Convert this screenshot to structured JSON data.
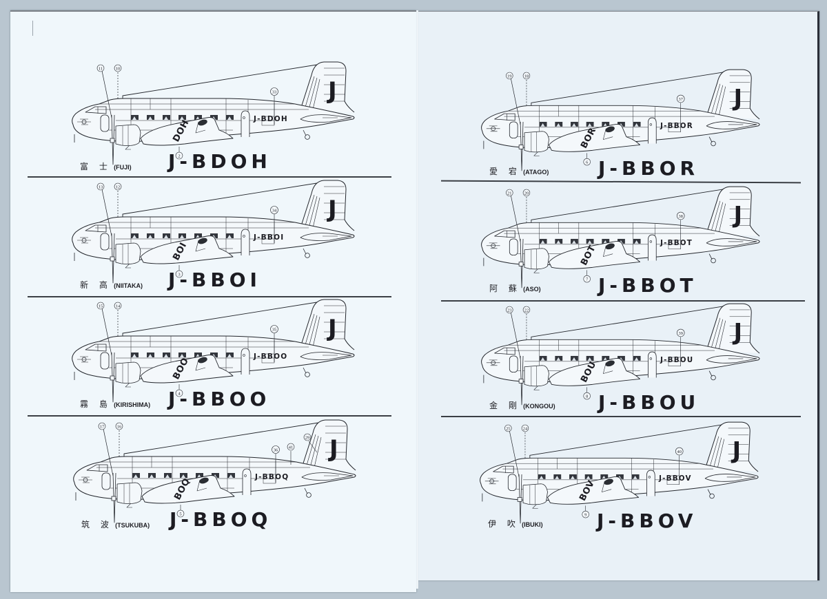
{
  "document": {
    "type": "decal placement sheet",
    "aircraft_count": 8
  },
  "colors": {
    "paper": "#eef5fa",
    "ink": "#1c1c22",
    "background": "#b9c6d0"
  },
  "pages": {
    "left": {
      "panels": [
        {
          "name_jp": "富 士",
          "name_en": "(FUJI)",
          "registration": "J-BDOH",
          "fuselage_reg": "J-BDOH",
          "wing_code": "DOH",
          "tail_letter": "J",
          "callouts": {
            "prop_a": "11",
            "prop_b": "10",
            "wing": "2",
            "fuselage": "33"
          }
        },
        {
          "name_jp": "新 高",
          "name_en": "(NIITAKA)",
          "registration": "J-BBOI",
          "fuselage_reg": "J-BBOI",
          "wing_code": "BOI",
          "tail_letter": "J",
          "callouts": {
            "prop_a": "13",
            "prop_b": "12",
            "wing": "3",
            "fuselage": "34"
          }
        },
        {
          "name_jp": "霧 島",
          "name_en": "(KIRISHIMA)",
          "registration": "J-BBOO",
          "fuselage_reg": "J-BBOO",
          "wing_code": "BOO",
          "tail_letter": "J",
          "callouts": {
            "prop_a": "15",
            "prop_b": "14",
            "wing": "4",
            "fuselage": "35"
          }
        },
        {
          "name_jp": "筑 波",
          "name_en": "(TSUKUBA)",
          "registration": "J-BBOQ",
          "fuselage_reg": "J-BBOQ",
          "wing_code": "BOQ",
          "tail_letter": "J",
          "callouts": {
            "prop_a": "17",
            "prop_b": "16",
            "wing": "5",
            "fuselage": "36",
            "extra_a": "41",
            "extra_b": "29"
          }
        }
      ]
    },
    "right": {
      "panels": [
        {
          "name_jp": "愛 宕",
          "name_en": "(ATAGO)",
          "registration": "J-BBOR",
          "fuselage_reg": "J-BBOR",
          "wing_code": "BOR",
          "tail_letter": "J",
          "callouts": {
            "prop_a": "19",
            "prop_b": "18",
            "wing": "6",
            "fuselage": "37"
          }
        },
        {
          "name_jp": "阿 蘇",
          "name_en": "(ASO)",
          "registration": "J-BBOT",
          "fuselage_reg": "J-BBOT",
          "wing_code": "BOT",
          "tail_letter": "J",
          "callouts": {
            "prop_a": "21",
            "prop_b": "20",
            "wing": "7",
            "fuselage": "38"
          }
        },
        {
          "name_jp": "金 剛",
          "name_en": "(KONGOU)",
          "registration": "J-BBOU",
          "fuselage_reg": "J-BBOU",
          "wing_code": "BOU",
          "tail_letter": "J",
          "callouts": {
            "prop_a": "23",
            "prop_b": "22",
            "wing": "8",
            "fuselage": "39"
          }
        },
        {
          "name_jp": "伊 吹",
          "name_en": "(IBUKI)",
          "registration": "J-BBOV",
          "fuselage_reg": "J-BBOV",
          "wing_code": "BOV",
          "tail_letter": "J",
          "callouts": {
            "prop_a": "25",
            "prop_b": "24",
            "wing": "9",
            "fuselage": "40"
          }
        }
      ]
    }
  }
}
